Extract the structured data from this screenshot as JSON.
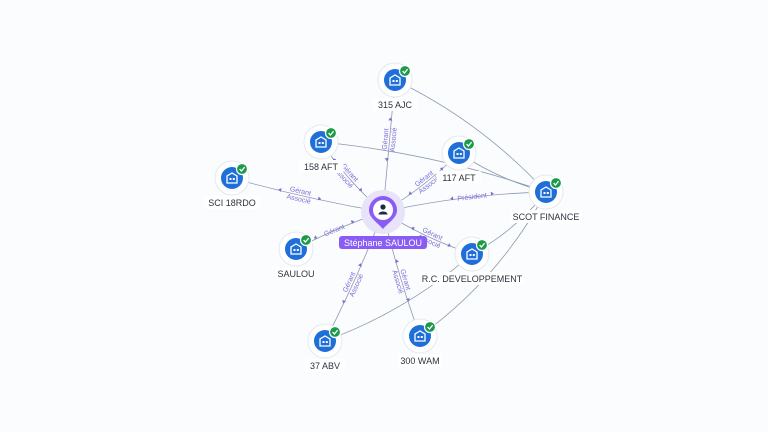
{
  "graph": {
    "center": {
      "id": "person",
      "label": "Stéphane SAULOU",
      "icon": "person-icon"
    },
    "companies": [
      {
        "id": "315ajc",
        "label": "315 AJC",
        "icon": "company-building-icon",
        "status": "verified-check-icon"
      },
      {
        "id": "158aft",
        "label": "158 AFT",
        "icon": "company-building-icon",
        "status": "verified-check-icon"
      },
      {
        "id": "117aft",
        "label": "117 AFT",
        "icon": "company-building-icon",
        "status": "verified-check-icon"
      },
      {
        "id": "sci18rdo",
        "label": "SCI 18RDO",
        "icon": "company-building-icon",
        "status": "verified-check-icon"
      },
      {
        "id": "scotfinance",
        "label": "SCOT FINANCE",
        "icon": "company-building-icon",
        "status": "verified-check-icon"
      },
      {
        "id": "saulou",
        "label": "SAULOU",
        "icon": "company-building-icon",
        "status": "verified-check-icon"
      },
      {
        "id": "rcdev",
        "label": "R.C. DEVELOPPEMENT",
        "icon": "company-building-icon",
        "status": "verified-check-icon"
      },
      {
        "id": "37abv",
        "label": "37 ABV",
        "icon": "company-building-icon",
        "status": "verified-check-icon"
      },
      {
        "id": "300wam",
        "label": "300 WAM",
        "icon": "company-building-icon",
        "status": "verified-check-icon"
      }
    ],
    "edges": [
      {
        "from": "person",
        "to": "315ajc",
        "roles": [
          "Gérant",
          "Associé"
        ]
      },
      {
        "from": "person",
        "to": "158aft",
        "roles": [
          "Gérant",
          "Associé"
        ]
      },
      {
        "from": "person",
        "to": "117aft",
        "roles": [
          "Gérant",
          "Associé"
        ]
      },
      {
        "from": "person",
        "to": "sci18rdo",
        "roles": [
          "Gérant",
          "Associé"
        ]
      },
      {
        "from": "person",
        "to": "scotfinance",
        "roles": [
          "Président"
        ]
      },
      {
        "from": "person",
        "to": "saulou",
        "roles": [
          "Gérant"
        ]
      },
      {
        "from": "person",
        "to": "rcdev",
        "roles": [
          "Gérant",
          "Associé"
        ]
      },
      {
        "from": "person",
        "to": "37abv",
        "roles": [
          "Gérant",
          "Associé"
        ]
      },
      {
        "from": "person",
        "to": "300wam",
        "roles": [
          "Gérant",
          "Associé"
        ]
      },
      {
        "from": "315ajc",
        "to": "scotfinance",
        "roles": []
      },
      {
        "from": "158aft",
        "to": "scotfinance",
        "roles": []
      },
      {
        "from": "117aft",
        "to": "scotfinance",
        "roles": []
      },
      {
        "from": "rcdev",
        "to": "scotfinance",
        "roles": []
      },
      {
        "from": "300wam",
        "to": "scotfinance",
        "roles": []
      },
      {
        "from": "37abv",
        "to": "rcdev",
        "roles": []
      }
    ],
    "colors": {
      "accent": "#8a5cf6",
      "company": "#1f6fd9",
      "check": "#1c9a4a",
      "edge": "#8a9bb0",
      "role_text": "#7c6bd6"
    }
  }
}
